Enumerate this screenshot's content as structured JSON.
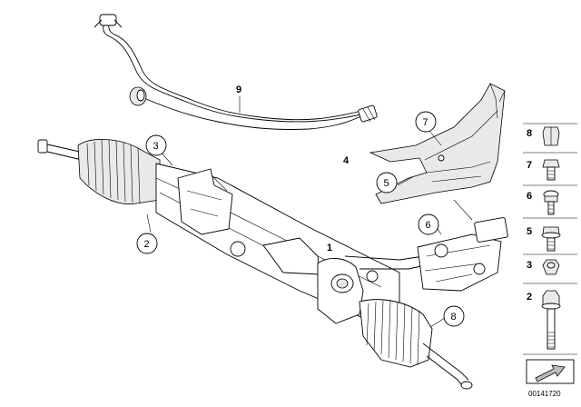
{
  "diagram": {
    "callouts": {
      "c1": "1",
      "c2": "2",
      "c3": "3",
      "c4": "4",
      "c5": "5",
      "c6": "6",
      "c7": "7",
      "c8": "8",
      "c9": "9"
    },
    "sidebar": {
      "items": [
        {
          "label": "8",
          "icon": "cap-nut-icon"
        },
        {
          "label": "7",
          "icon": "hex-bolt-icon"
        },
        {
          "label": "6",
          "icon": "collar-bolt-icon"
        },
        {
          "label": "5",
          "icon": "flange-bolt-icon"
        },
        {
          "label": "3",
          "icon": "hex-nut-icon"
        },
        {
          "label": "2",
          "icon": "long-bolt-icon"
        }
      ]
    },
    "reference_number": "00141720"
  }
}
